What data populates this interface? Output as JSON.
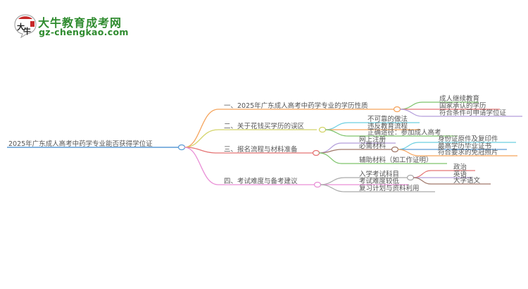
{
  "logo": {
    "title": "大牛教育成考网",
    "url": "gz-chengkao.com",
    "badge_text": "大牛",
    "color": "#2e8b2e"
  },
  "mindmap": {
    "root": {
      "label": "2025年广东成人高考中药学专业能否获得学位证",
      "color": "#5b9bd5"
    },
    "branches": [
      {
        "label": "一、2025年广东成人高考中药学专业的学历性质",
        "color": "#f5a35b",
        "children": [
          {
            "label": "成人继续教育",
            "color": "#7dc36b"
          },
          {
            "label": "国家承认的学历",
            "color": "#e57373"
          },
          {
            "label": "符合条件可申请学位证",
            "color": "#b39ddb"
          }
        ]
      },
      {
        "label": "二、关于花钱买学历的误区",
        "color": "#d4d46a",
        "children": [
          {
            "label": "不可靠的做法",
            "color": "#6ccfe0"
          },
          {
            "label": "违反教育流程",
            "color": "#f5a35b"
          },
          {
            "label": "正确途径：参加成人高考",
            "color": "#7dc36b"
          }
        ]
      },
      {
        "label": "三、报名流程与材料准备",
        "color": "#e57373",
        "children": [
          {
            "label": "网上注册",
            "color": "#b39ddb"
          },
          {
            "label": "必需材料",
            "color": "#a0786a",
            "children": [
              {
                "label": "身份证原件及复印件",
                "color": "#6ccfe0"
              },
              {
                "label": "最高学历毕业证书",
                "color": "#5b9bd5"
              },
              {
                "label": "符合要求的免冠照片",
                "color": "#f5a35b"
              }
            ]
          },
          {
            "label": "辅助材料（如工作证明）",
            "color": "#7dc36b"
          }
        ]
      },
      {
        "label": "四、考试难度与备考建议",
        "color": "#e98fd6",
        "children": [
          {
            "label": "入学考试科目",
            "color": "#aaaaaa",
            "children": [
              {
                "label": "政治",
                "color": "#e57373"
              },
              {
                "label": "英语",
                "color": "#b39ddb"
              },
              {
                "label": "大学语文",
                "color": "#a0786a"
              }
            ]
          },
          {
            "label": "考试难度较低",
            "color": "#e98fd6"
          },
          {
            "label": "复习计划与资料利用",
            "color": "#aaaaaa"
          }
        ]
      }
    ]
  }
}
